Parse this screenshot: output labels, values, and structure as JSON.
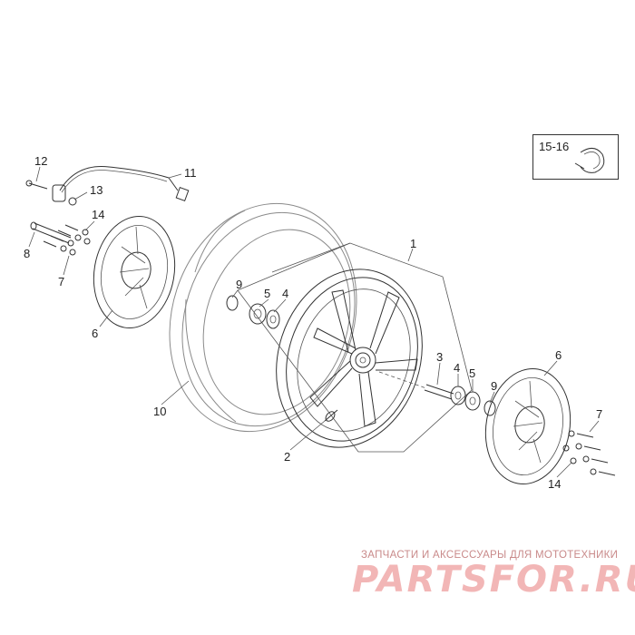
{
  "diagram": {
    "labels": {
      "p1": "1",
      "p2": "2",
      "p3": "3",
      "p4a": "4",
      "p4b": "4",
      "p5a": "5",
      "p5b": "5",
      "p6a": "6",
      "p6b": "6",
      "p7a": "7",
      "p7b": "7",
      "p8": "8",
      "p9a": "9",
      "p9b": "9",
      "p10": "10",
      "p11": "11",
      "p12": "12",
      "p13": "13",
      "p14a": "14",
      "p14b": "14"
    },
    "inset_label": "15-16"
  },
  "watermark": {
    "tagline": "ЗАПЧАСТИ И АКСЕССУАРЫ ДЛЯ МОТОТЕХНИКИ",
    "brand": "PARTSFOR.RU"
  }
}
